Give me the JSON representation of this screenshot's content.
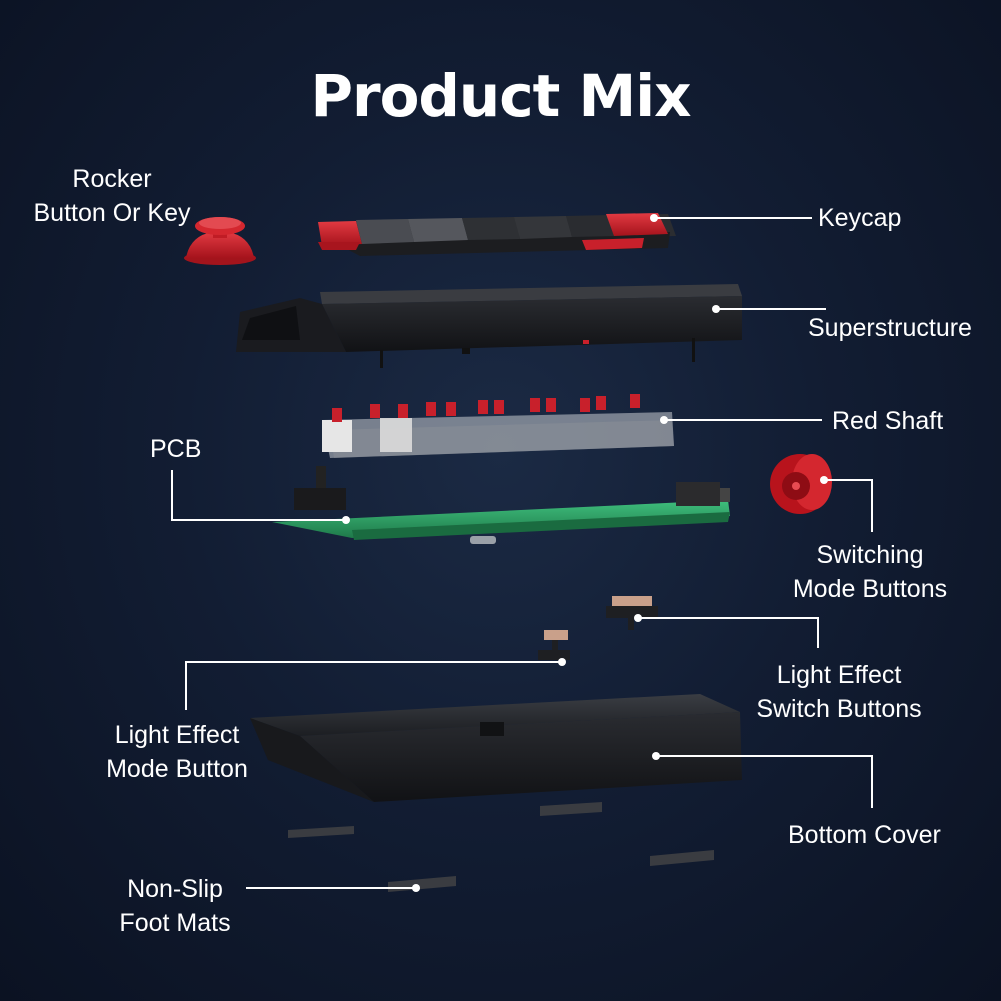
{
  "title": "Product Mix",
  "labels": {
    "rocker": [
      "Rocker",
      "Button Or Key"
    ],
    "keycap": "Keycap",
    "superstructure": "Superstructure",
    "red_shaft": "Red Shaft",
    "pcb": "PCB",
    "switching_mode": [
      "Switching",
      "Mode Buttons"
    ],
    "light_effect_switch": [
      "Light Effect",
      "Switch Buttons"
    ],
    "light_effect_mode": [
      "Light Effect",
      "Mode Button"
    ],
    "bottom_cover": "Bottom Cover",
    "foot_mats": [
      "Non-Slip",
      "Foot Mats"
    ]
  },
  "colors": {
    "accent_red": "#c8202b",
    "keycap_gray": "#3a3c42",
    "pcb_green": "#2f9a62",
    "case_black": "#1f2125"
  }
}
